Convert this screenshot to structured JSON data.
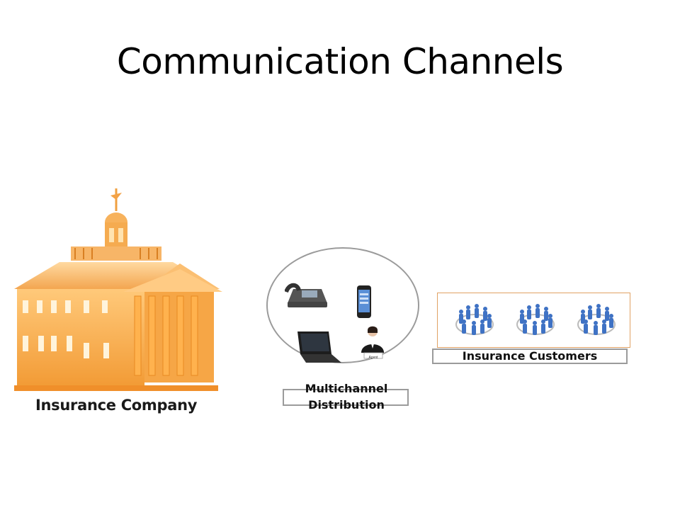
{
  "title": "Communication Channels",
  "company": {
    "label": "Insurance Company"
  },
  "distribution": {
    "label": "Multichannel Distribution",
    "channels": [
      {
        "icon": "desk-phone-icon"
      },
      {
        "icon": "smartphone-icon"
      },
      {
        "icon": "laptop-icon"
      },
      {
        "icon": "agent-icon",
        "badge": "Agent"
      }
    ]
  },
  "customers": {
    "label": "Insurance  Customers",
    "groups": 3
  },
  "colors": {
    "building": "#f5a94e",
    "people": "#3f72c4",
    "border": "#9b9b9b",
    "accent_border": "#e0a264"
  }
}
